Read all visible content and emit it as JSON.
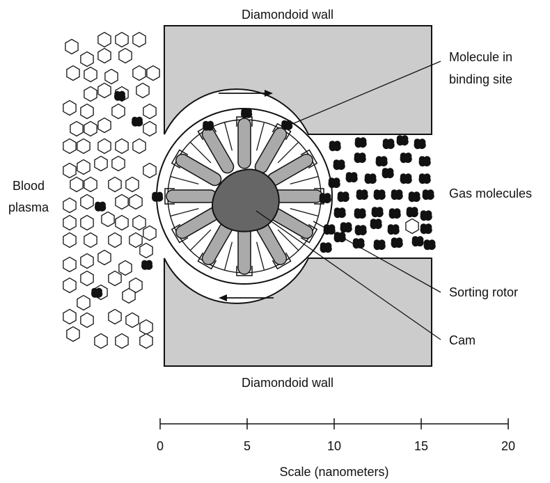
{
  "labels": {
    "wall_top": "Diamondoid wall",
    "wall_bottom": "Diamondoid wall",
    "molecule_line1": "Molecule in",
    "molecule_line2": "binding site",
    "blood_line1": "Blood",
    "blood_line2": "plasma",
    "gas": "Gas molecules",
    "rotor": "Sorting rotor",
    "cam": "Cam",
    "scale_title": "Scale (nanometers)"
  },
  "scale": {
    "ticks": [
      "0",
      "5",
      "10",
      "15",
      "20"
    ],
    "min": 0,
    "max": 20
  },
  "colors": {
    "wall": "#cccccc",
    "outline": "#111111",
    "cam": "#666666",
    "arm": "#aaaaaa",
    "molecule": "#111111"
  }
}
